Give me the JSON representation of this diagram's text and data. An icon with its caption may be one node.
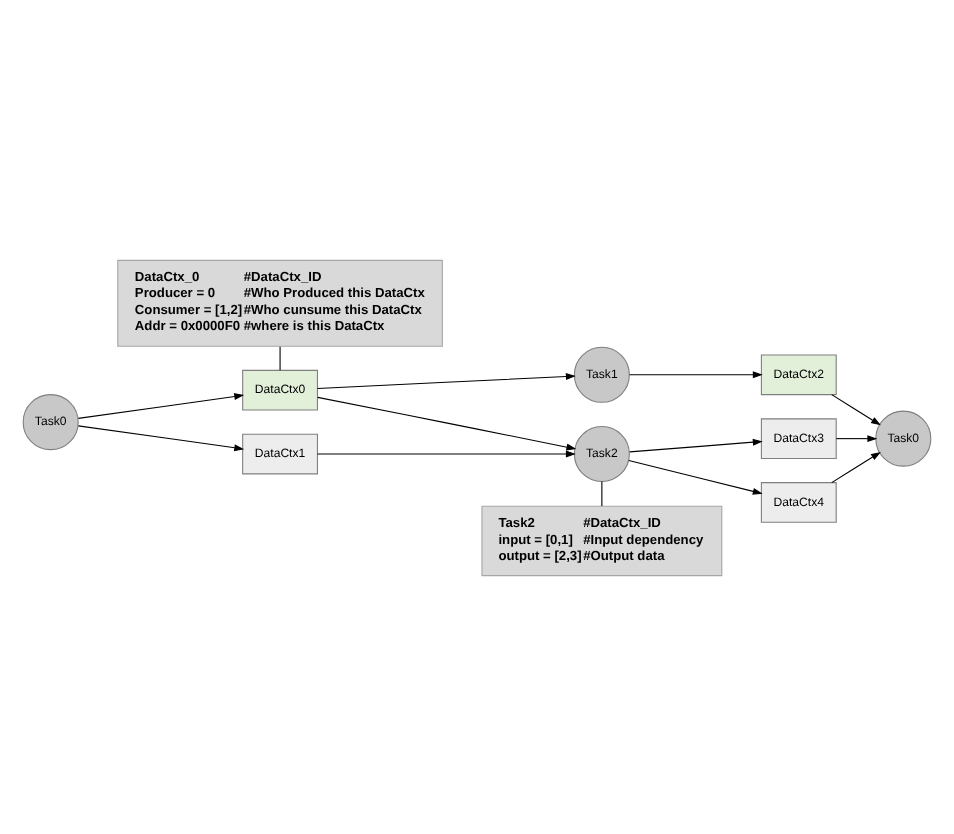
{
  "diagram": {
    "nodes": [
      {
        "text": [
          "DataCtx_0",
          "#DataCtx_ID",
          "Producer = 0",
          "#Who Produced this DataCtx",
          "Consumer = [1,2]",
          "#Who cunsume this DataCtx",
          "Addr = 0x0000F0",
          "#where is this DataCtx"
        ]
      },
      {
        "text": [
          "Task0"
        ]
      },
      {
        "text": [
          "DataCtx0"
        ]
      },
      {
        "text": [
          "DataCtx1"
        ]
      },
      {
        "text": [
          "Task1"
        ]
      },
      {
        "text": [
          "Task2"
        ]
      },
      {
        "text": [
          "DataCtx2"
        ]
      },
      {
        "text": [
          "DataCtx3"
        ]
      },
      {
        "text": [
          "DataCtx4"
        ]
      },
      {
        "text": [
          "Task0"
        ]
      },
      {
        "text": [
          "Task2",
          "#DataCtx_ID",
          "input = [0,1]",
          "#Input dependency",
          "output = [2,3]",
          "#Output data"
        ]
      }
    ],
    "edges": [
      {
        "from": 1,
        "to": 2,
        "arrow": "to"
      },
      {
        "from": 1,
        "to": 3,
        "arrow": "to"
      },
      {
        "from": 2,
        "to": 4,
        "arrow": "to"
      },
      {
        "from": 2,
        "to": 5,
        "arrow": "to"
      },
      {
        "from": 3,
        "to": 5,
        "arrow": "to"
      },
      {
        "from": 4,
        "to": 6,
        "arrow": "to"
      },
      {
        "from": 5,
        "to": 7,
        "arrow": "to"
      },
      {
        "from": 5,
        "to": 8,
        "arrow": "to"
      },
      {
        "from": 6,
        "to": 9,
        "arrow": "to"
      },
      {
        "from": 7,
        "to": 9,
        "arrow": "to"
      },
      {
        "from": 8,
        "to": 9,
        "arrow": "to"
      },
      {
        "from": 0,
        "to": 2,
        "arrow": "none"
      },
      {
        "from": 10,
        "to": 5,
        "arrow": "none"
      }
    ]
  }
}
